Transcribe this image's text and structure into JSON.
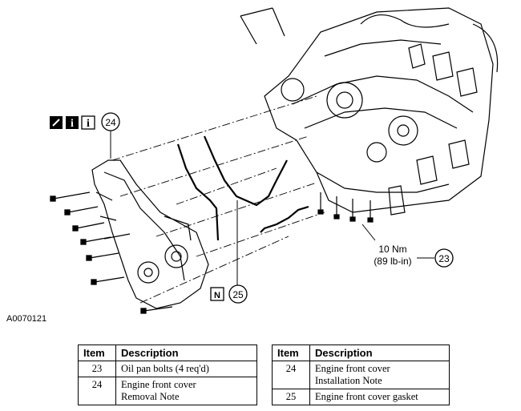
{
  "figure_id": "A0070121",
  "callouts": {
    "c24": "24",
    "c25": "25",
    "c23": "23",
    "torque_nm": "10 Nm",
    "torque_lbin": "(89 lb-in)",
    "symbol_n": "N",
    "symbol_i": "i"
  },
  "legend_left": {
    "header_item": "Item",
    "header_desc": "Description",
    "rows": [
      {
        "item": "23",
        "desc1": "Oil pan bolts (4 req'd)",
        "desc2": ""
      },
      {
        "item": "24",
        "desc1": "Engine front cover",
        "desc2": "Removal Note"
      }
    ]
  },
  "legend_right": {
    "header_item": "Item",
    "header_desc": "Description",
    "rows": [
      {
        "item": "24",
        "desc1": "Engine front cover",
        "desc2": "Installation Note"
      },
      {
        "item": "25",
        "desc1": "Engine front cover gasket",
        "desc2": ""
      }
    ]
  }
}
